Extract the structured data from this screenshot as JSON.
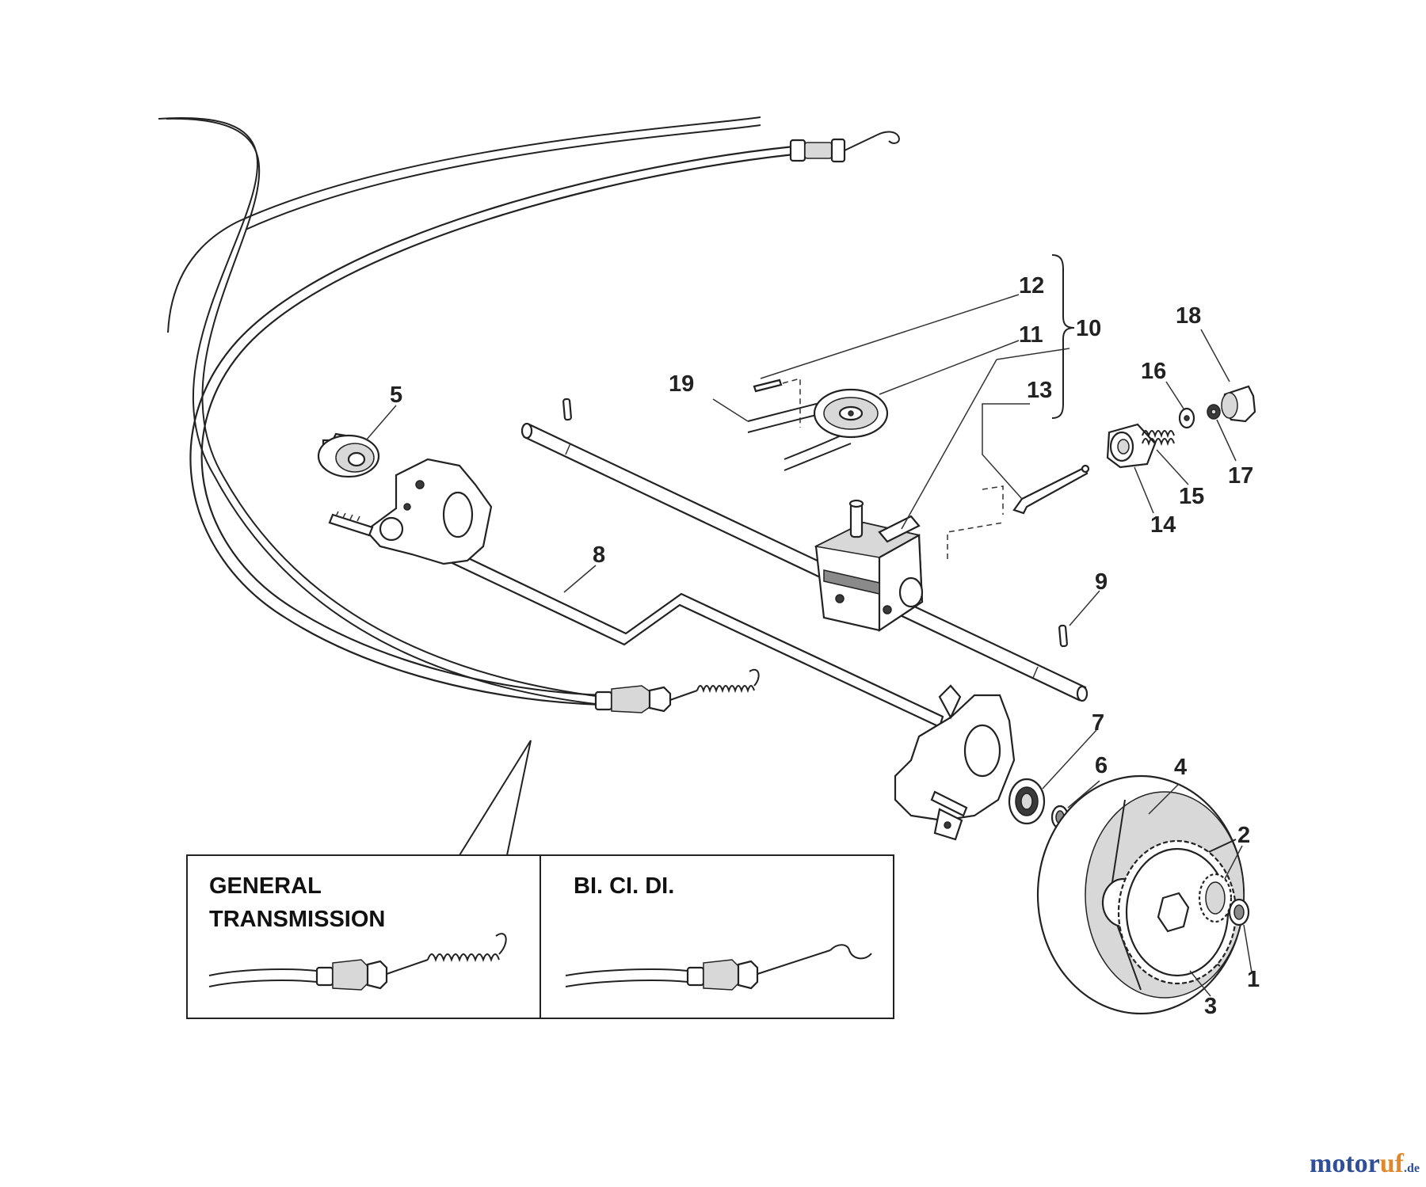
{
  "callouts": [
    {
      "id": "1",
      "label": "1"
    },
    {
      "id": "2",
      "label": "2"
    },
    {
      "id": "3",
      "label": "3"
    },
    {
      "id": "4",
      "label": "4"
    },
    {
      "id": "5",
      "label": "5"
    },
    {
      "id": "6",
      "label": "6"
    },
    {
      "id": "7",
      "label": "7"
    },
    {
      "id": "8",
      "label": "8"
    },
    {
      "id": "9",
      "label": "9"
    },
    {
      "id": "10",
      "label": "10"
    },
    {
      "id": "11",
      "label": "11"
    },
    {
      "id": "12",
      "label": "12"
    },
    {
      "id": "13",
      "label": "13"
    },
    {
      "id": "14",
      "label": "14"
    },
    {
      "id": "15",
      "label": "15"
    },
    {
      "id": "16",
      "label": "16"
    },
    {
      "id": "17",
      "label": "17"
    },
    {
      "id": "18",
      "label": "18"
    },
    {
      "id": "19",
      "label": "19"
    }
  ],
  "inset": {
    "left_title_line1": "GENERAL",
    "left_title_line2": "TRANSMISSION",
    "right_title": "BI. CI. DI."
  },
  "watermark": {
    "main": "motoruf",
    "suffix": ".de"
  },
  "colors": {
    "watermark_blue": "#2f4f99",
    "watermark_orange": "#e0882a"
  }
}
